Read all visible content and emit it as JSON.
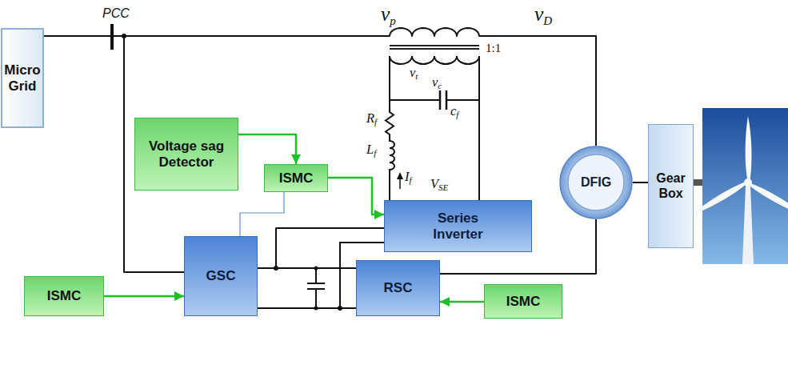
{
  "diagram": {
    "nodes": [
      {
        "text": [
          "Micro Grid"
        ]
      },
      {
        "text": [
          "Voltage sag Detector"
        ]
      },
      {
        "text": [
          "ISMC"
        ]
      },
      {
        "text": [
          "Series Inverter"
        ]
      },
      {
        "text": [
          "DFIG"
        ]
      },
      {
        "text": [
          "Gear Box"
        ]
      },
      {
        "text": [
          "ISMC"
        ]
      },
      {
        "text": [
          "GSC"
        ]
      },
      {
        "text": [
          "RSC"
        ]
      },
      {
        "text": [
          "ISMC"
        ]
      }
    ],
    "edges": [
      {
        "from": 1,
        "to": 2,
        "arrow": "to"
      },
      {
        "from": 2,
        "to": 3,
        "arrow": "to"
      },
      {
        "from": 2,
        "to": 7,
        "arrow": "none"
      },
      {
        "from": 6,
        "to": 7,
        "arrow": "to"
      },
      {
        "from": 9,
        "to": 8,
        "arrow": "to"
      },
      {
        "from": 4,
        "to": 5,
        "arrow": "none"
      },
      {
        "from": 7,
        "to": 8,
        "arrow": "none"
      },
      {
        "from": 3,
        "to": 7,
        "arrow": "none"
      },
      {
        "from": 8,
        "to": 4,
        "arrow": "none"
      },
      {
        "from": 0,
        "to": 7,
        "arrow": "none"
      },
      {
        "from": 0,
        "to": 4,
        "arrow": "none"
      }
    ],
    "labels": [
      "PCC",
      "vp",
      "vD",
      "vt",
      "1:1",
      "vc",
      "cf",
      "Rf",
      "Lf",
      "If",
      "VSE"
    ]
  }
}
